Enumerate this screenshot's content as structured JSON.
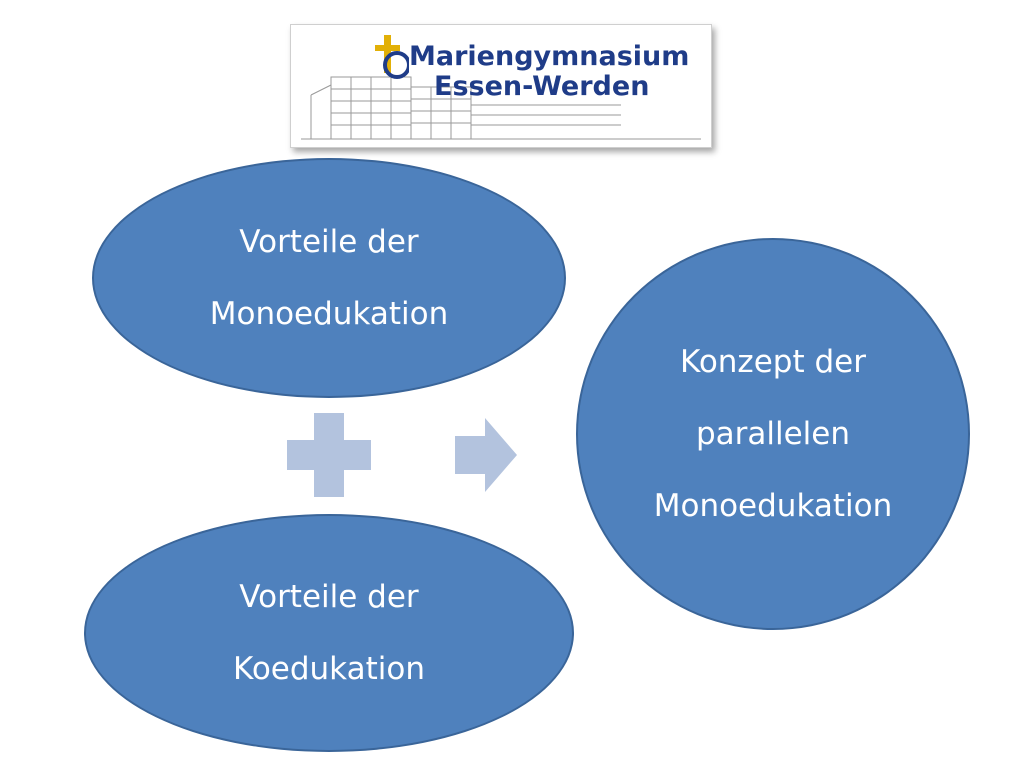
{
  "logo": {
    "line1": "Mariengymnasium",
    "line2": "Essen-Werden"
  },
  "diagram": {
    "node_mono": {
      "line1": "Vorteile der",
      "line2": "Monoedukation"
    },
    "node_ko": {
      "line1": "Vorteile der",
      "line2": "Koedukation"
    },
    "node_concept": {
      "line1": "Konzept der",
      "line2": "parallelen",
      "line3": "Monoedukation"
    },
    "connector_plus": "plus-icon",
    "connector_arrow": "arrow-right-icon"
  },
  "colors": {
    "node_fill": "#4f81bd",
    "node_border": "#3a6599",
    "connector_fill": "#b3c3de",
    "logo_text": "#1f3c88",
    "logo_cross": "#e2b007"
  }
}
